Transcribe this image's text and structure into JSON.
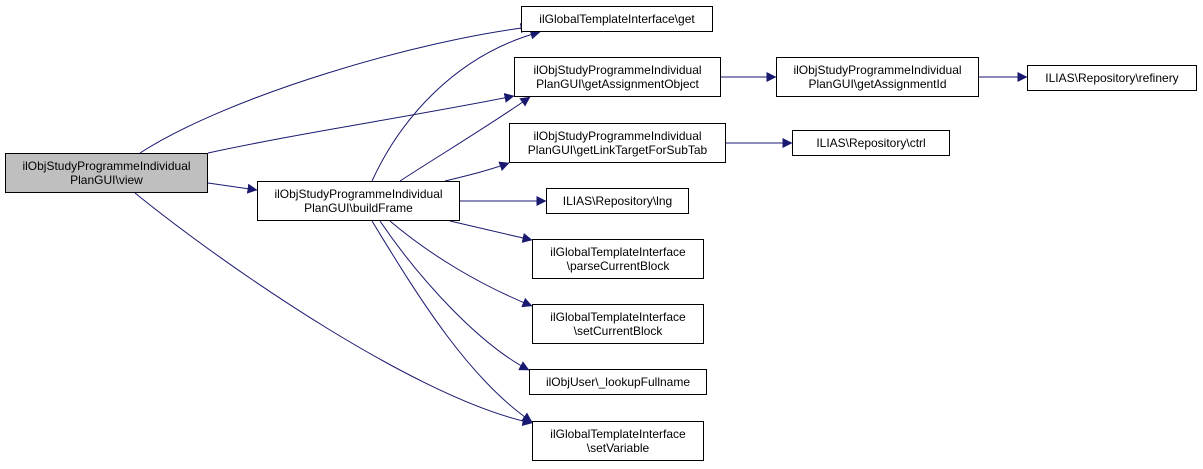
{
  "colors": {
    "edge": "#191970",
    "root_fill": "#bfbfbf",
    "node_fill": "#ffffff",
    "border": "#000000"
  },
  "nodes": [
    {
      "id": "view",
      "lines": [
        "ilObjStudyProgrammeIndividual",
        "PlanGUI\\view"
      ],
      "root": true
    },
    {
      "id": "buildFrame",
      "lines": [
        "ilObjStudyProgrammeIndividual",
        "PlanGUI\\buildFrame"
      ]
    },
    {
      "id": "get",
      "lines": [
        "ilGlobalTemplateInterface\\get"
      ]
    },
    {
      "id": "getAssignmentObject",
      "lines": [
        "ilObjStudyProgrammeIndividual",
        "PlanGUI\\getAssignmentObject"
      ]
    },
    {
      "id": "getLinkTargetForSubTab",
      "lines": [
        "ilObjStudyProgrammeIndividual",
        "PlanGUI\\getLinkTargetForSubTab"
      ]
    },
    {
      "id": "lng",
      "lines": [
        "ILIAS\\Repository\\lng"
      ]
    },
    {
      "id": "parseCurrentBlock",
      "lines": [
        "ilGlobalTemplateInterface",
        "\\parseCurrentBlock"
      ]
    },
    {
      "id": "setCurrentBlock",
      "lines": [
        "ilGlobalTemplateInterface",
        "\\setCurrentBlock"
      ]
    },
    {
      "id": "lookupFullname",
      "lines": [
        "ilObjUser\\_lookupFullname"
      ]
    },
    {
      "id": "setVariable",
      "lines": [
        "ilGlobalTemplateInterface",
        "\\setVariable"
      ]
    },
    {
      "id": "getAssignmentId",
      "lines": [
        "ilObjStudyProgrammeIndividual",
        "PlanGUI\\getAssignmentId"
      ]
    },
    {
      "id": "ctrl",
      "lines": [
        "ILIAS\\Repository\\ctrl"
      ]
    },
    {
      "id": "refinery",
      "lines": [
        "ILIAS\\Repository\\refinery"
      ]
    }
  ],
  "edges": [
    {
      "from": "view",
      "to": "get"
    },
    {
      "from": "view",
      "to": "getAssignmentObject"
    },
    {
      "from": "view",
      "to": "buildFrame"
    },
    {
      "from": "view",
      "to": "setVariable"
    },
    {
      "from": "buildFrame",
      "to": "get"
    },
    {
      "from": "buildFrame",
      "to": "getAssignmentObject"
    },
    {
      "from": "buildFrame",
      "to": "getLinkTargetForSubTab"
    },
    {
      "from": "buildFrame",
      "to": "lng"
    },
    {
      "from": "buildFrame",
      "to": "parseCurrentBlock"
    },
    {
      "from": "buildFrame",
      "to": "setCurrentBlock"
    },
    {
      "from": "buildFrame",
      "to": "lookupFullname"
    },
    {
      "from": "buildFrame",
      "to": "setVariable"
    },
    {
      "from": "getAssignmentObject",
      "to": "getAssignmentId"
    },
    {
      "from": "getAssignmentId",
      "to": "refinery"
    },
    {
      "from": "getLinkTargetForSubTab",
      "to": "ctrl"
    }
  ]
}
